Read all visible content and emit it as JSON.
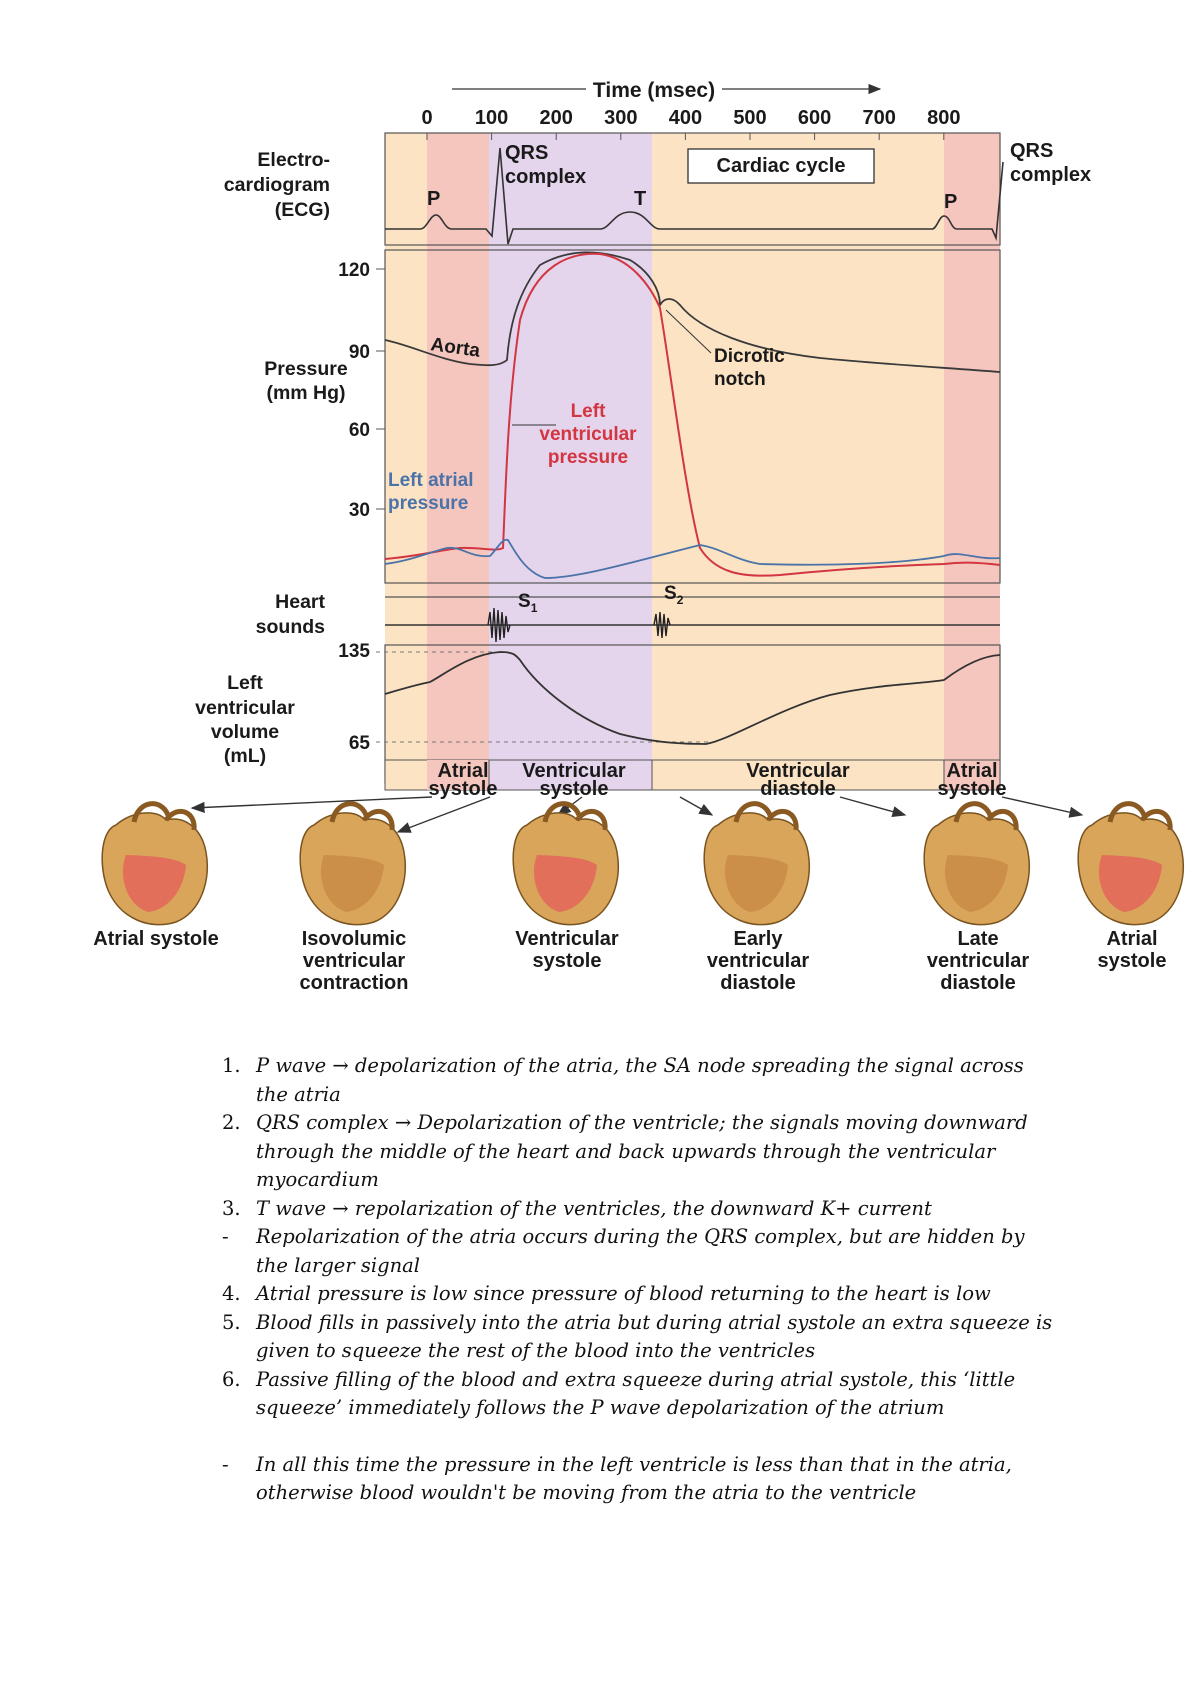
{
  "figure": {
    "time_axis": {
      "label": "Time (msec)",
      "ticks": [
        "0",
        "100",
        "200",
        "300",
        "400",
        "500",
        "600",
        "700",
        "800"
      ]
    },
    "row_labels": {
      "ecg": [
        "Electro-",
        "cardiogram",
        "(ECG)"
      ],
      "pressure": [
        "Pressure",
        "(mm Hg)"
      ],
      "sounds": [
        "Heart",
        "sounds"
      ],
      "volume": [
        "Left",
        "ventricular",
        "volume",
        "(mL)"
      ]
    },
    "pressure_ticks": [
      "120",
      "90",
      "60",
      "30"
    ],
    "volume_ticks": [
      "135",
      "65"
    ],
    "ecg_annotations": {
      "p1": "P",
      "qrs1": [
        "QRS",
        "complex"
      ],
      "t": "T",
      "cardiac_cycle": "Cardiac cycle",
      "p2": "P",
      "qrs2": [
        "QRS",
        "complex"
      ]
    },
    "pressure_annotations": {
      "aorta": "Aorta",
      "lv_pressure": [
        "Left",
        "ventricular",
        "pressure"
      ],
      "la_pressure": [
        "Left atrial",
        "pressure"
      ],
      "dicrotic": [
        "Dicrotic",
        "notch"
      ]
    },
    "sound_labels": {
      "s1": "S",
      "s1_sub": "1",
      "s2": "S",
      "s2_sub": "2"
    },
    "phase_bar": [
      {
        "line1": "Atrial",
        "line2": "systole"
      },
      {
        "line1": "Ventricular",
        "line2": "systole"
      },
      {
        "line1": "Ventricular",
        "line2": "diastole"
      },
      {
        "line1": "Atrial",
        "line2": "systole"
      }
    ],
    "heart_captions": [
      [
        "Atrial systole"
      ],
      [
        "Isovolumic",
        "ventricular",
        "contraction"
      ],
      [
        "Ventricular",
        "systole"
      ],
      [
        "Early",
        "ventricular",
        "diastole"
      ],
      [
        "Late",
        "ventricular",
        "diastole"
      ],
      [
        "Atrial",
        "systole"
      ]
    ],
    "colors": {
      "atrial_systole": "#f5c6be",
      "ventricular_systole": "#e4d4ec",
      "diastole": "#fbe3c4",
      "lv_pressure": "#d33640",
      "la_pressure": "#4b73a8",
      "aorta": "#333333"
    }
  },
  "notes": [
    {
      "marker": "1.",
      "text": "P wave → depolarization of the atria, the SA node spreading the signal across the atria"
    },
    {
      "marker": "2.",
      "text": "QRS complex → Depolarization of the ventricle; the signals moving downward through the middle of the heart and back upwards through the ventricular myocardium"
    },
    {
      "marker": "3.",
      "text": "T wave → repolarization of the ventricles, the downward K+ current"
    },
    {
      "marker": "-",
      "text": "Repolarization of the atria occurs during the QRS complex, but are hidden by the larger signal"
    },
    {
      "marker": "4.",
      "text": "Atrial pressure is low since pressure of blood returning to the heart is low"
    },
    {
      "marker": "5.",
      "text": "Blood fills in passively into the atria but during atrial systole an extra squeeze is given to squeeze the rest of the blood into the ventricles"
    },
    {
      "marker": "6.",
      "text": "Passive filling of the blood and extra squeeze during atrial systole, this ‘little squeeze’ immediately follows the P wave depolarization of the atrium"
    },
    {
      "marker": "-",
      "text": "In all this time the pressure in the left ventricle is less than that in the atria, otherwise blood wouldn't be moving from the atria to the ventricle"
    }
  ]
}
